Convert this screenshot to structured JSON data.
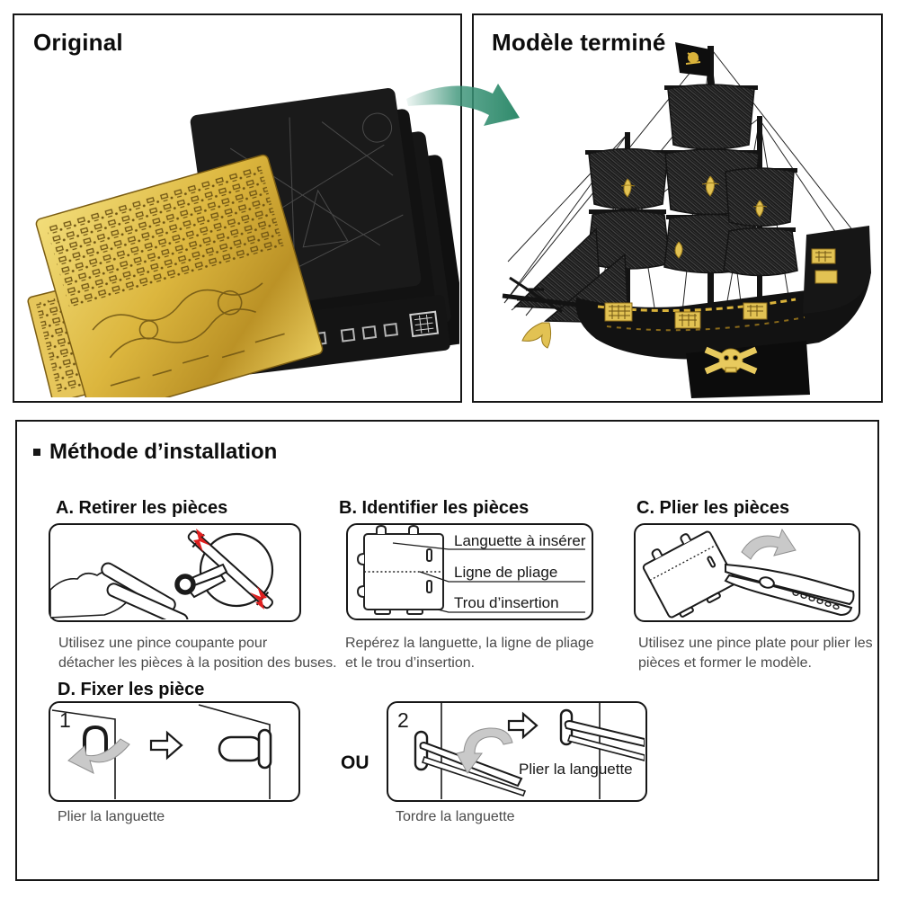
{
  "panels": {
    "original": {
      "title": "Original"
    },
    "finished": {
      "title": "Modèle terminé"
    }
  },
  "installation": {
    "heading": "Méthode d’installation",
    "step_a": {
      "title": "A. Retirer les pièces",
      "caption_lines": [
        "Utilisez une pince coupante pour",
        "détacher les pièces à la position des buses."
      ]
    },
    "step_b": {
      "title": "B. Identifier les pièces",
      "labels": [
        "Languette à insérer",
        "Ligne de pliage",
        "Trou d’insertion"
      ],
      "caption_lines": [
        "Repérez la languette, la ligne de pliage",
        "et le trou d’insertion."
      ]
    },
    "step_c": {
      "title": "C. Plier les pièces",
      "caption_lines": [
        "Utilisez une pince plate pour plier les",
        "pièces et former le modèle."
      ]
    },
    "step_d": {
      "title": "D. Fixer les pièce",
      "or_label": "OU",
      "option1": {
        "number": "1",
        "caption": "Plier la languette"
      },
      "option2": {
        "number": "2",
        "inner_label": "Plier la languette",
        "caption": "Tordre la languette"
      }
    }
  },
  "colors": {
    "accent_green": "#3a9377",
    "alert_red": "#e01f1f",
    "gold": "#d9b23a",
    "sheet_black": "#161616",
    "arrow_gray": "#c9c9c9"
  }
}
